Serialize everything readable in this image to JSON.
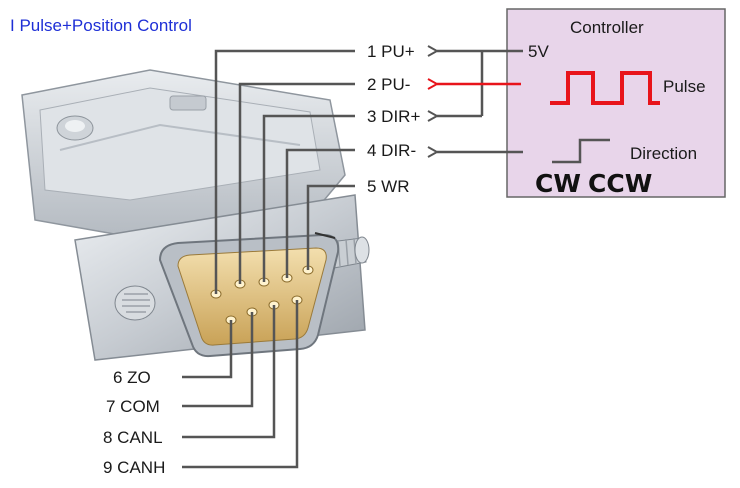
{
  "title": "I Pulse+Position Control",
  "pins_top": [
    {
      "label": "1 PU+"
    },
    {
      "label": "2 PU-"
    },
    {
      "label": "3 DIR+"
    },
    {
      "label": "4 DIR-"
    },
    {
      "label": "5 WR"
    }
  ],
  "pins_bottom": [
    {
      "label": "6 ZO"
    },
    {
      "label": "7 COM"
    },
    {
      "label": "8 CANL"
    },
    {
      "label": "9 CANH"
    }
  ],
  "controller": {
    "title": "Controller",
    "supply": "5V",
    "pulse_label": "Pulse",
    "direction_label": "Direction",
    "cw": "CW",
    "ccw": "CCW"
  },
  "colors": {
    "title": "#1e2fd6",
    "controller_bg": "#e8d5ea",
    "pulse_signal": "#e8141b",
    "wire": "#555555"
  }
}
